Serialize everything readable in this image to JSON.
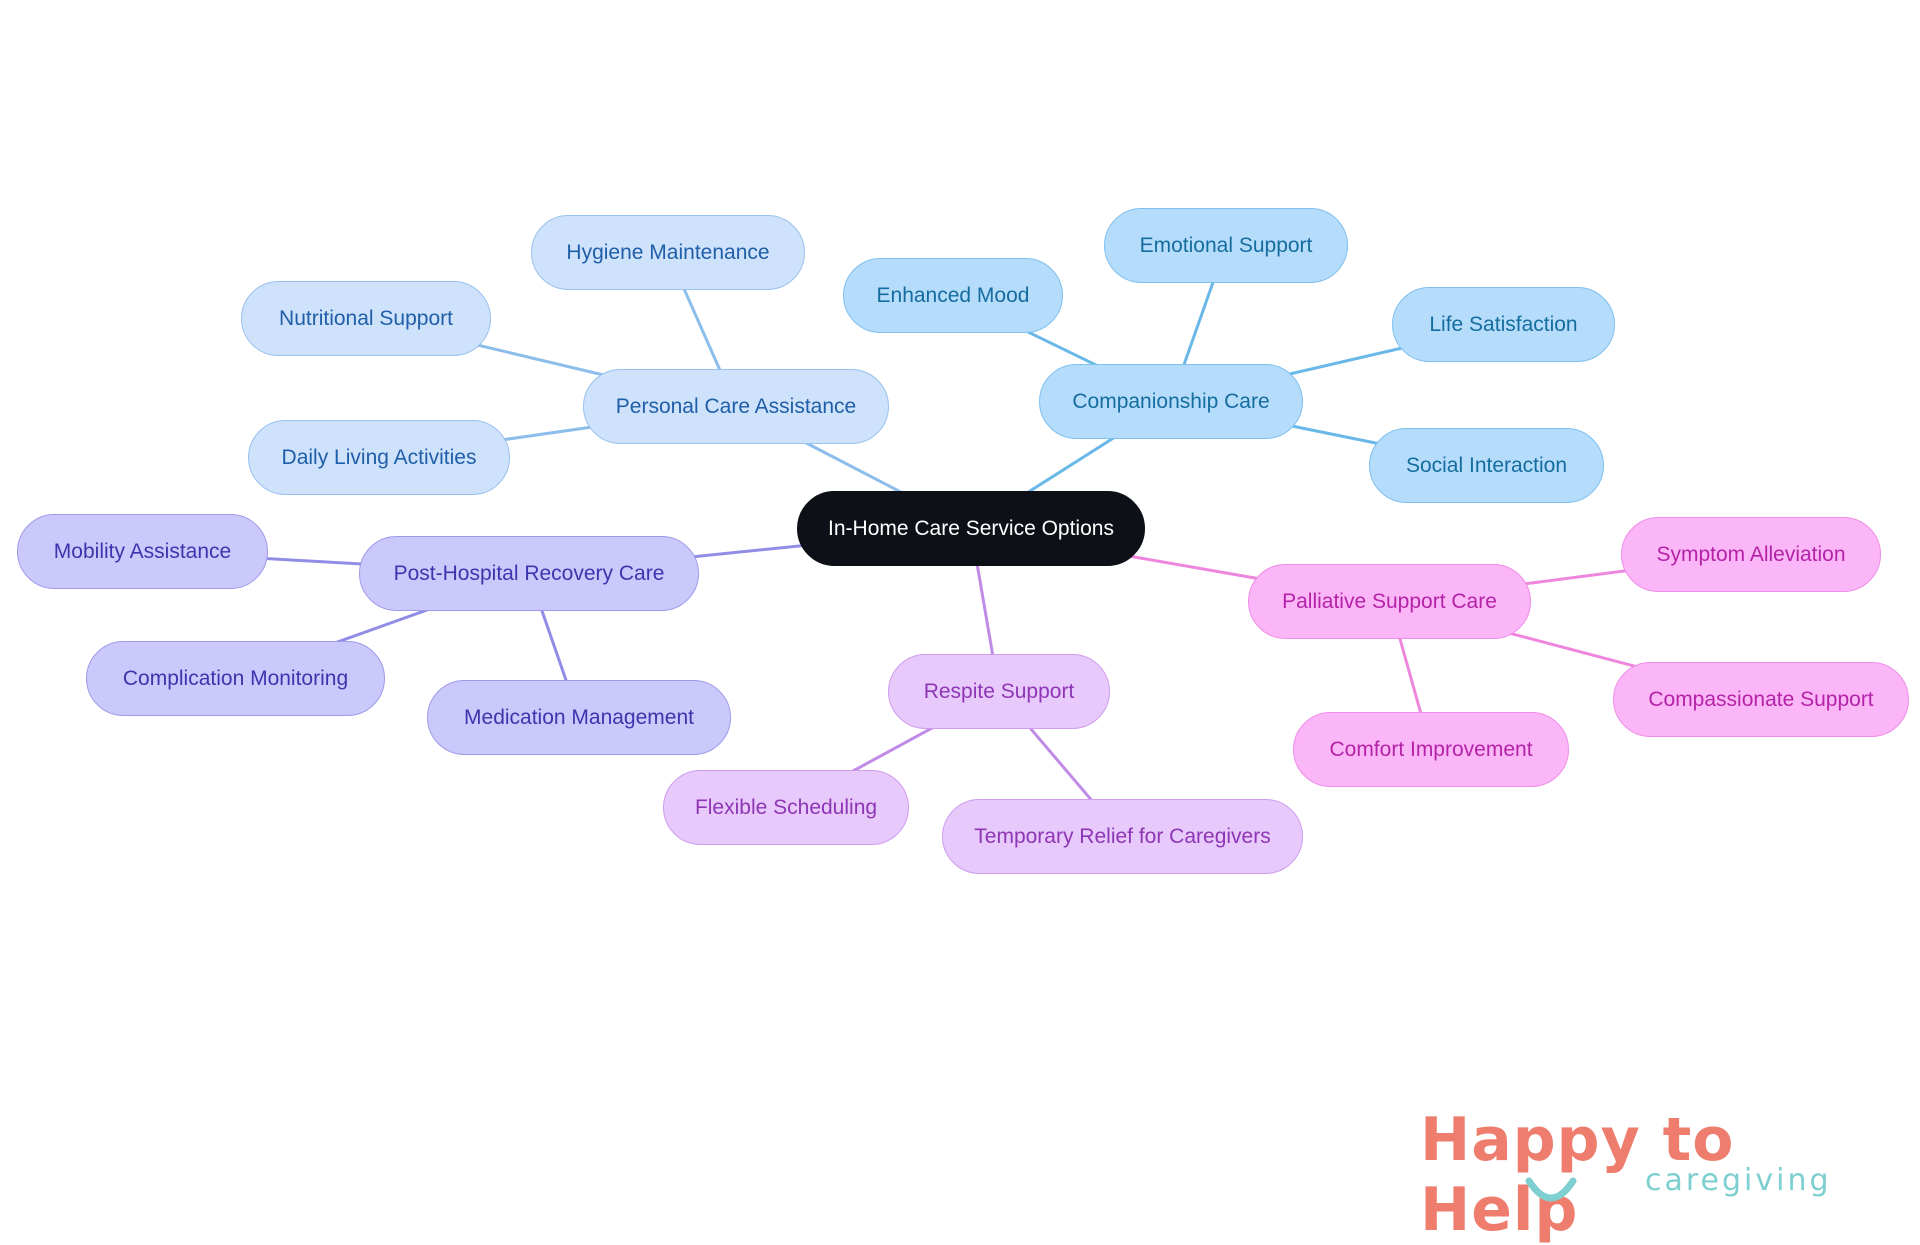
{
  "diagram": {
    "root": {
      "label": "In-Home Care Service Options"
    },
    "branches": [
      {
        "id": "personal",
        "label": "Personal Care Assistance",
        "edge_color": "#8cbdeb",
        "children": [
          "Hygiene Maintenance",
          "Nutritional Support",
          "Daily Living Activities"
        ]
      },
      {
        "id": "companion",
        "label": "Companionship Care",
        "edge_color": "#6ab8e8",
        "children": [
          "Enhanced Mood",
          "Emotional Support",
          "Life Satisfaction",
          "Social Interaction"
        ]
      },
      {
        "id": "posthosp",
        "label": "Post-Hospital Recovery Care",
        "edge_color": "#8f8de6",
        "children": [
          "Mobility Assistance",
          "Complication Monitoring",
          "Medication Management"
        ]
      },
      {
        "id": "respite",
        "label": "Respite Support",
        "edge_color": "#c08be6",
        "children": [
          "Flexible Scheduling",
          "Temporary Relief for Caregivers"
        ]
      },
      {
        "id": "palliative",
        "label": "Palliative Support Care",
        "edge_color": "#ef86dd",
        "children": [
          "Symptom Alleviation",
          "Compassionate Support",
          "Comfort Improvement"
        ]
      }
    ]
  },
  "logo": {
    "line1": "Happy to Help",
    "line2": "caregiving",
    "primary_color": "#ef7d6e",
    "secondary_color": "#7ecfcf"
  }
}
